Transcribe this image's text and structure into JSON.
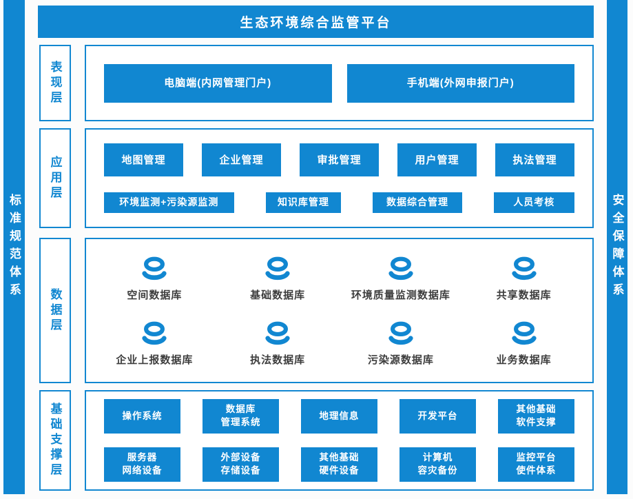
{
  "banner": {
    "title": "生态环境综合监管平台"
  },
  "sidebars": {
    "left": "标准规范体系",
    "right": "安全保障体系"
  },
  "colors": {
    "primary": "#1187D1",
    "button_text": "#ffffff",
    "database_label_text": "#3d3d3d"
  },
  "icons": {
    "database": "database-icon"
  },
  "layers": [
    {
      "id": "presentation",
      "label": "表现层",
      "kind": "buttons",
      "rows": [
        [
          "电脑端(内网管理门户)",
          "手机端(外网申报门户)"
        ]
      ]
    },
    {
      "id": "application",
      "label": "应用层",
      "kind": "buttons",
      "rows": [
        [
          "地图管理",
          "企业管理",
          "审批管理",
          "用户管理",
          "执法管理"
        ],
        [
          "环境监测+污染源监测",
          "知识库管理",
          "数据综合管理",
          "人员考核"
        ]
      ]
    },
    {
      "id": "data",
      "label": "数据层",
      "kind": "databases",
      "rows": [
        [
          "空间数据库",
          "基础数据库",
          "环境质量监测数据库",
          "共享数据库"
        ],
        [
          "企业上报数据库",
          "执法数据库",
          "污染源数据库",
          "业务数据库"
        ]
      ]
    },
    {
      "id": "support",
      "label": "基础支撑层",
      "kind": "buttons",
      "rows": [
        [
          "操作系统",
          "数据库\n管理系统",
          "地理信息",
          "开发平台",
          "其他基础\n软件支撑"
        ],
        [
          "服务器\n网络设备",
          "外部设备\n存储设备",
          "其他基础\n硬件设备",
          "计算机\n容灾备份",
          "监控平台\n使件体系"
        ]
      ]
    }
  ]
}
